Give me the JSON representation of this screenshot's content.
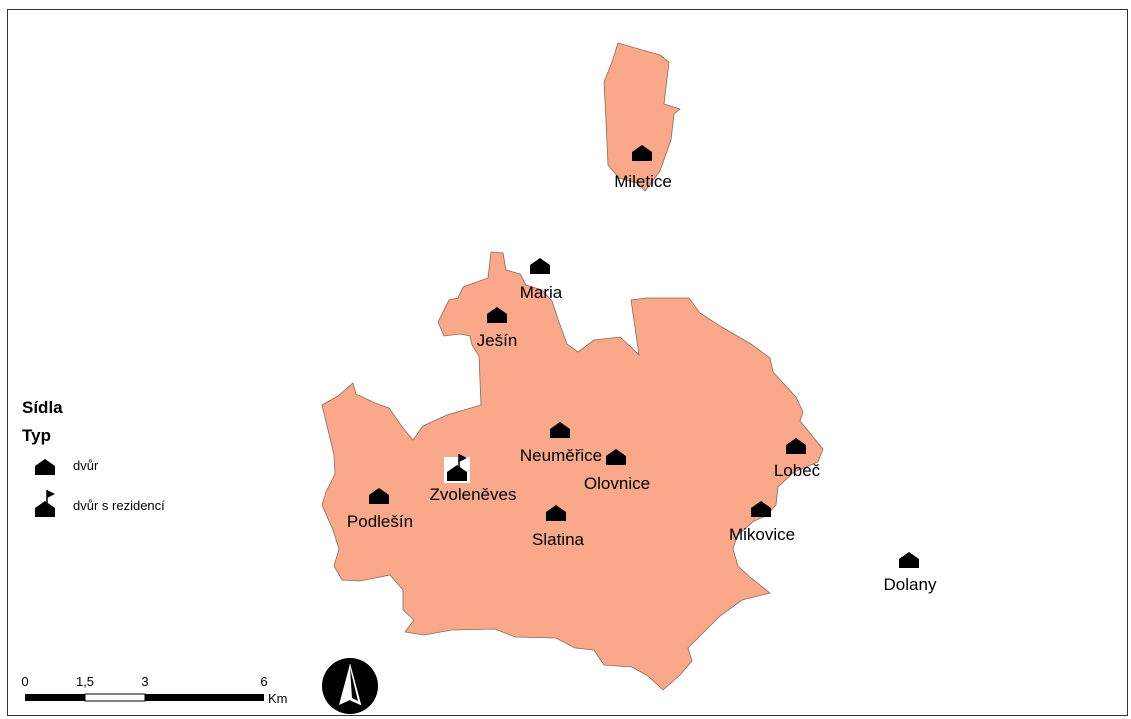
{
  "map": {
    "fill_color": "#f9a88a",
    "settlements": [
      {
        "id": "miletice",
        "name": "Miletice",
        "type": "dvur"
      },
      {
        "id": "maria",
        "name": "Maria",
        "type": "dvur"
      },
      {
        "id": "jesin",
        "name": "Ješín",
        "type": "dvur"
      },
      {
        "id": "neumerice",
        "name": "Neuměřice",
        "type": "dvur"
      },
      {
        "id": "olovnice",
        "name": "Olovnice",
        "type": "dvur"
      },
      {
        "id": "zvoleneves",
        "name": "Zvoleněves",
        "type": "dvur-s-rezidenci"
      },
      {
        "id": "podlesin",
        "name": "Podlešín",
        "type": "dvur"
      },
      {
        "id": "slatina",
        "name": "Slatina",
        "type": "dvur"
      },
      {
        "id": "lobec",
        "name": "Lobeč",
        "type": "dvur"
      },
      {
        "id": "mikovice",
        "name": "Mikovice",
        "type": "dvur"
      },
      {
        "id": "dolany",
        "name": "Dolany",
        "type": "dvur"
      }
    ]
  },
  "legend": {
    "layer_title": "Sídla",
    "field_title": "Typ",
    "items": [
      {
        "label": "dvůr"
      },
      {
        "label": "dvůr s rezidencí"
      }
    ]
  },
  "scale_bar": {
    "ticks": [
      "0",
      "1,5",
      "3",
      "6"
    ],
    "unit": "Km"
  },
  "north_arrow": {
    "icon": "north-arrow-icon"
  }
}
